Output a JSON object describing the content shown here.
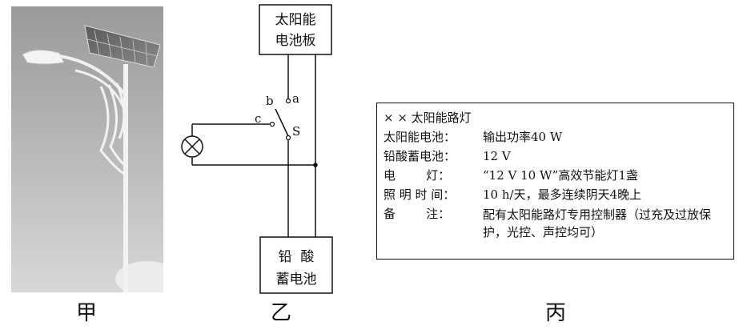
{
  "captions": {
    "jia": "甲",
    "yi": "乙",
    "bing": "丙"
  },
  "circuit": {
    "top_box": {
      "line1": "太阳能",
      "line2": "电池板"
    },
    "bottom_box": {
      "line1": "铅  酸",
      "line2": "蓄电池"
    },
    "points": {
      "a": "a",
      "b": "b",
      "c": "c",
      "s": "S"
    }
  },
  "spec": {
    "title": "× × 太阳能路灯",
    "rows": [
      {
        "key": "太阳能电池：",
        "value": "输出功率40 W"
      },
      {
        "key": "铅酸蓄电池：",
        "value": "12 V"
      },
      {
        "key": "电        灯：",
        "value": "“12 V 10 W”高效节能灯1盏"
      },
      {
        "key": "照 明 时 间：",
        "value": "10 h/天，最多连续阴天4晚上"
      },
      {
        "key": "备        注：",
        "value": "配有太阳能路灯专用控制器（过充及过放保护，光控、声控均可）"
      }
    ]
  }
}
